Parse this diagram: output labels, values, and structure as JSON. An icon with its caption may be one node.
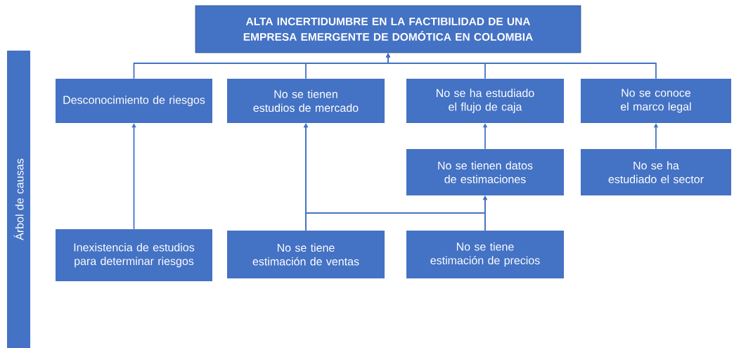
{
  "diagram": {
    "nodes": [
      {
        "text": [
          "ALTA INCERTIDUMBRE EN LA FACTIBILIDAD DE UNA EMPRESA EMERGENTE DE DOMÓTICA EN COLOMBIA"
        ]
      },
      {
        "text": [
          "Desconocimiento de riesgos"
        ]
      },
      {
        "text": [
          "No se tienen estudios de mercado"
        ]
      },
      {
        "text": [
          "No se ha estudiado el flujo de caja"
        ]
      },
      {
        "text": [
          "No se conoce el marco legal"
        ]
      },
      {
        "text": [
          "No se tienen datos de estimaciones"
        ]
      },
      {
        "text": [
          "No se ha estudiado el sector"
        ]
      },
      {
        "text": [
          "Inexistencia de estudios para determinar riesgos"
        ]
      },
      {
        "text": [
          "No se tiene estimación de ventas"
        ]
      },
      {
        "text": [
          "No se tiene estimación de precios"
        ]
      },
      {
        "text": [
          "Árbol de causas"
        ]
      }
    ],
    "edges": [
      {
        "from": 1,
        "to": 0,
        "arrow": "to"
      },
      {
        "from": 2,
        "to": 0,
        "arrow": "to"
      },
      {
        "from": 3,
        "to": 0,
        "arrow": "to"
      },
      {
        "from": 4,
        "to": 0,
        "arrow": "to"
      },
      {
        "from": 5,
        "to": 3,
        "arrow": "to"
      },
      {
        "from": 6,
        "to": 4,
        "arrow": "to"
      },
      {
        "from": 7,
        "to": 1,
        "arrow": "to"
      },
      {
        "from": 8,
        "to": 2,
        "arrow": "to"
      },
      {
        "from": 8,
        "to": 5,
        "arrow": "to"
      },
      {
        "from": 9,
        "to": 2,
        "arrow": "to"
      },
      {
        "from": 9,
        "to": 5,
        "arrow": "to"
      }
    ]
  }
}
